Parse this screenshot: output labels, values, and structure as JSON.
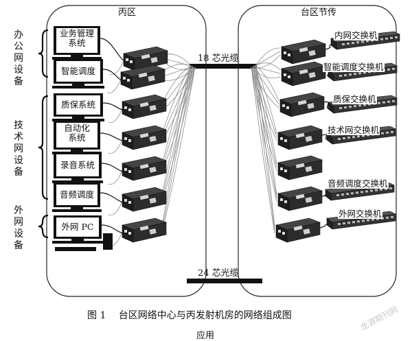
{
  "regions": {
    "left_title": "丙区",
    "right_title": "台区节传"
  },
  "groups": {
    "office": [
      "办",
      "公",
      "网",
      "设",
      "备"
    ],
    "technical": [
      "技",
      "术",
      "网",
      "设",
      "备"
    ],
    "external": [
      "外",
      "网",
      "设",
      "备"
    ]
  },
  "monitors": [
    {
      "id": "m1",
      "lines": [
        "业务管理",
        "系统"
      ]
    },
    {
      "id": "m2",
      "lines": [
        "智能调度"
      ]
    },
    {
      "id": "m3",
      "lines": [
        "质保系统"
      ]
    },
    {
      "id": "m4",
      "lines": [
        "自动化",
        "系统"
      ]
    },
    {
      "id": "m5",
      "lines": [
        "录音系统"
      ]
    },
    {
      "id": "m6",
      "lines": [
        "音频调度"
      ]
    },
    {
      "id": "m7",
      "lines": [
        "外网 PC"
      ]
    }
  ],
  "switches": [
    "内网交换机",
    "智能调度交换机",
    "质保交换机",
    "技术网交换机",
    "音频调度交换机",
    "外网交换机"
  ],
  "cables": {
    "top": "18 芯光缆",
    "bottom": "24 芯光缆"
  },
  "caption": {
    "title": "图 1　 台区网络中心与丙发射机房的网络组成图",
    "subtitle": "应用"
  },
  "watermark": "龙源期刊网"
}
